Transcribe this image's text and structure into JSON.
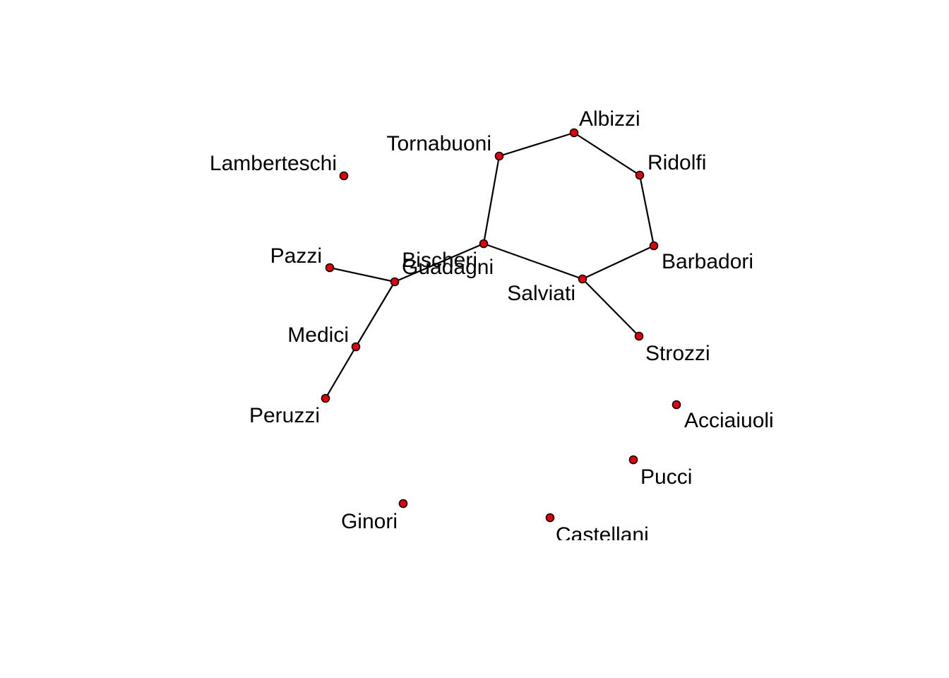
{
  "node_color": "#e0000f",
  "edge_color": "#000000",
  "nodes": [
    {
      "id": "Albizzi",
      "label": "Albizzi"
    },
    {
      "id": "Tornabuoni",
      "label": "Tornabuoni"
    },
    {
      "id": "Ridolfi",
      "label": "Ridolfi"
    },
    {
      "id": "Lamberteschi",
      "label": "Lamberteschi"
    },
    {
      "id": "Bischeri",
      "label": "Bischeri"
    },
    {
      "id": "Guadagni",
      "label": "Guadagni"
    },
    {
      "id": "Pazzi",
      "label": "Pazzi"
    },
    {
      "id": "Barbadori",
      "label": "Barbadori"
    },
    {
      "id": "Salviati",
      "label": "Salviati"
    },
    {
      "id": "Medici",
      "label": "Medici"
    },
    {
      "id": "Strozzi",
      "label": "Strozzi"
    },
    {
      "id": "Peruzzi",
      "label": "Peruzzi"
    },
    {
      "id": "Acciaiuoli",
      "label": "Acciaiuoli"
    },
    {
      "id": "Pucci",
      "label": "Pucci"
    },
    {
      "id": "Ginori",
      "label": "Ginori"
    },
    {
      "id": "Castellani",
      "label": "Castellani"
    }
  ],
  "edges": [
    [
      "Tornabuoni",
      "Albizzi"
    ],
    [
      "Albizzi",
      "Ridolfi"
    ],
    [
      "Ridolfi",
      "Barbadori"
    ],
    [
      "Tornabuoni",
      "Bischeri"
    ],
    [
      "Bischeri",
      "Salviati"
    ],
    [
      "Barbadori",
      "Salviati"
    ],
    [
      "Salviati",
      "Strozzi"
    ],
    [
      "Bischeri",
      "Guadagni"
    ],
    [
      "Pazzi",
      "Guadagni"
    ],
    [
      "Guadagni",
      "Medici"
    ],
    [
      "Medici",
      "Peruzzi"
    ]
  ]
}
